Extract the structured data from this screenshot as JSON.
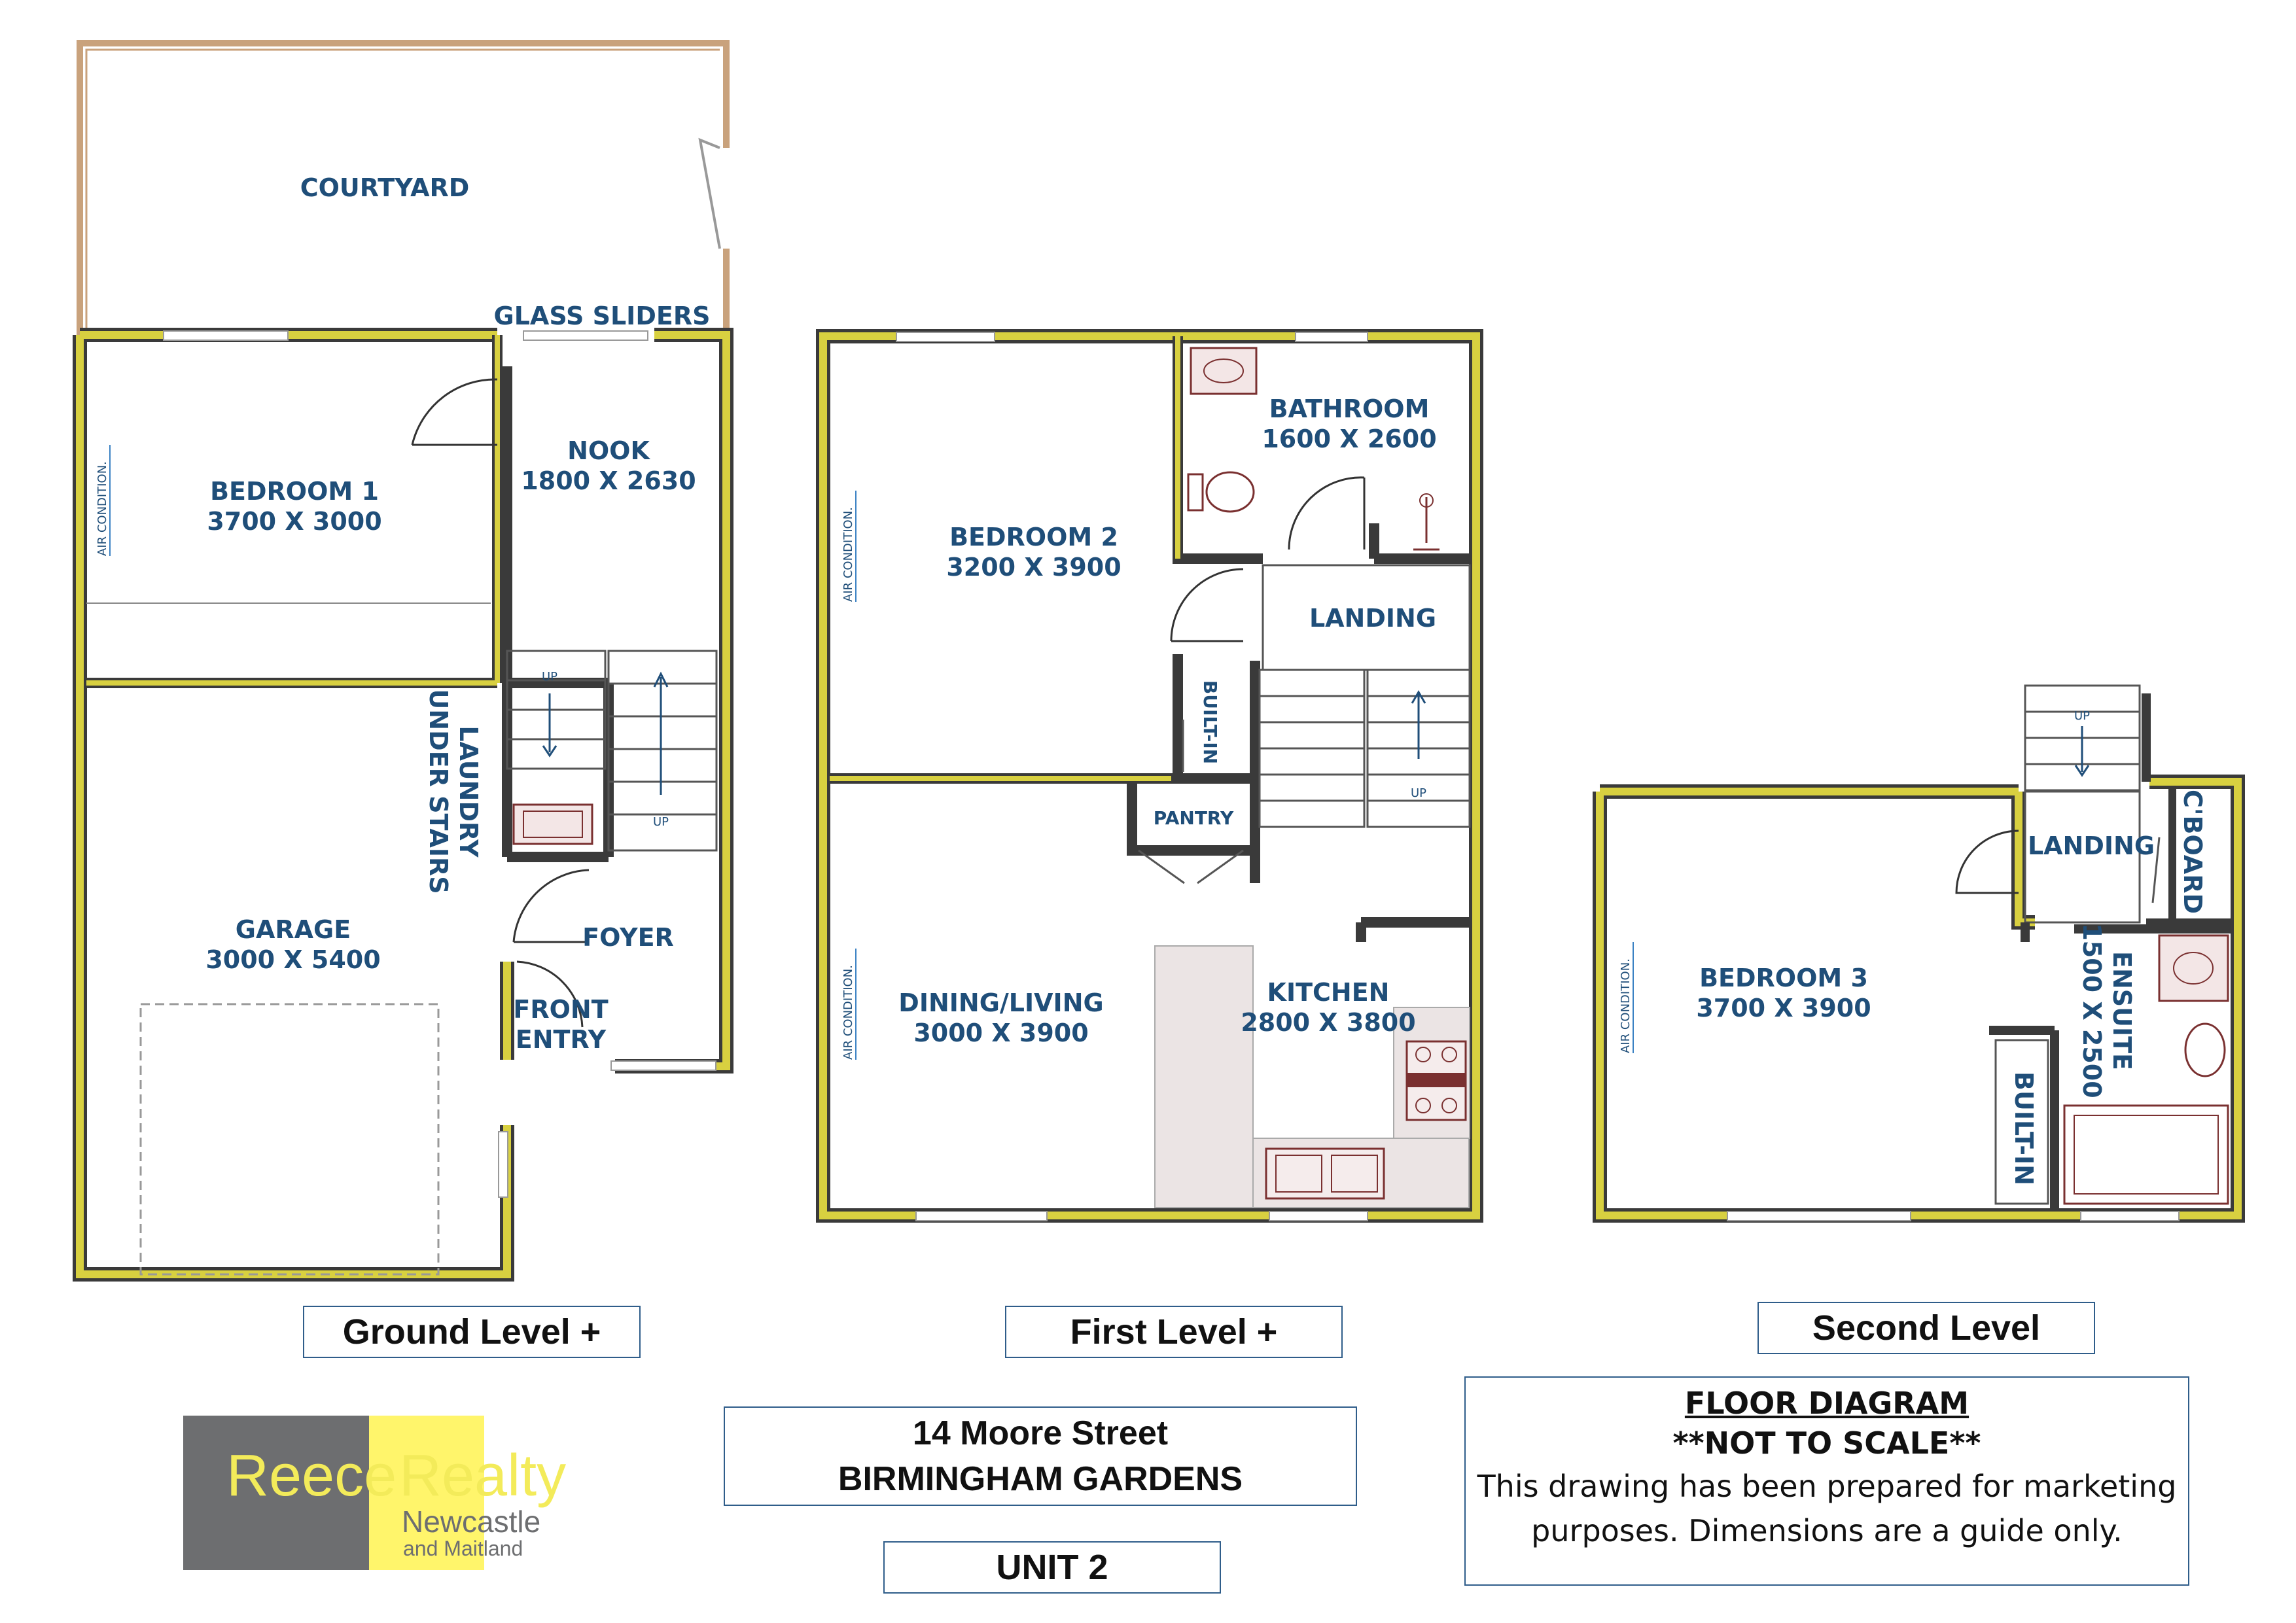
{
  "ground": {
    "courtyard": "COURTYARD",
    "glass_sliders": "GLASS SLIDERS",
    "bedroom1": "BEDROOM 1",
    "bedroom1_dim": "3700 X 3000",
    "nook": "NOOK",
    "nook_dim": "1800 X 2630",
    "laundry_1": "LAUNDRY",
    "laundry_2": "UNDER STAIRS",
    "garage": "GARAGE",
    "garage_dim": "3000 X 5400",
    "foyer": "FOYER",
    "front_entry_1": "FRONT",
    "front_entry_2": "ENTRY",
    "air": "AIR CONDITION.",
    "stair_up_1": "UP",
    "stair_up_2": "UP"
  },
  "first": {
    "bedroom2": "BEDROOM 2",
    "bedroom2_dim": "3200 X 3900",
    "bathroom": "BATHROOM",
    "bathroom_dim": "1600 X 2600",
    "landing": "LANDING",
    "builtin": "BUILT-IN",
    "pantry": "PANTRY",
    "dining": "DINING/LIVING",
    "dining_dim": "3000 X 3900",
    "kitchen": "KITCHEN",
    "kitchen_dim": "2800 X 3800",
    "air1": "AIR CONDITION.",
    "air2": "AIR CONDITION.",
    "stair_up": "UP"
  },
  "second": {
    "bedroom3": "BEDROOM 3",
    "bedroom3_dim": "3700 X 3900",
    "landing": "LANDING",
    "cboard": "C'BOARD",
    "ensuite": "ENSUITE",
    "ensuite_dim": "1500 X 2500",
    "builtin": "BUILT-IN",
    "air": "AIR CONDITION.",
    "stair_up": "UP"
  },
  "labels": {
    "ground_level": "Ground Level +",
    "first_level": "First Level +",
    "second_level": "Second Level",
    "address_line1": "14 Moore Street",
    "address_line2": "BIRMINGHAM GARDENS",
    "unit": "UNIT 2"
  },
  "note": {
    "title": "FLOOR  DIAGRAM",
    "scale": "**NOT  TO  SCALE**",
    "line1": "This drawing has been prepared for marketing",
    "line2": "purposes. Dimensions are a guide only."
  },
  "logo": {
    "word1": "Reece",
    "word2": "Realty",
    "line1": "Newcastle",
    "line2": "and Maitland",
    "grey": "#6d6e70",
    "yellow": "#fff56b",
    "text_yellow": "#f3eb5a",
    "text_grey": "#6d6e70"
  },
  "colors": {
    "wall_outer": "#3a3a3a",
    "wall_fill": "#d8d040",
    "label": "#1f4e79"
  }
}
